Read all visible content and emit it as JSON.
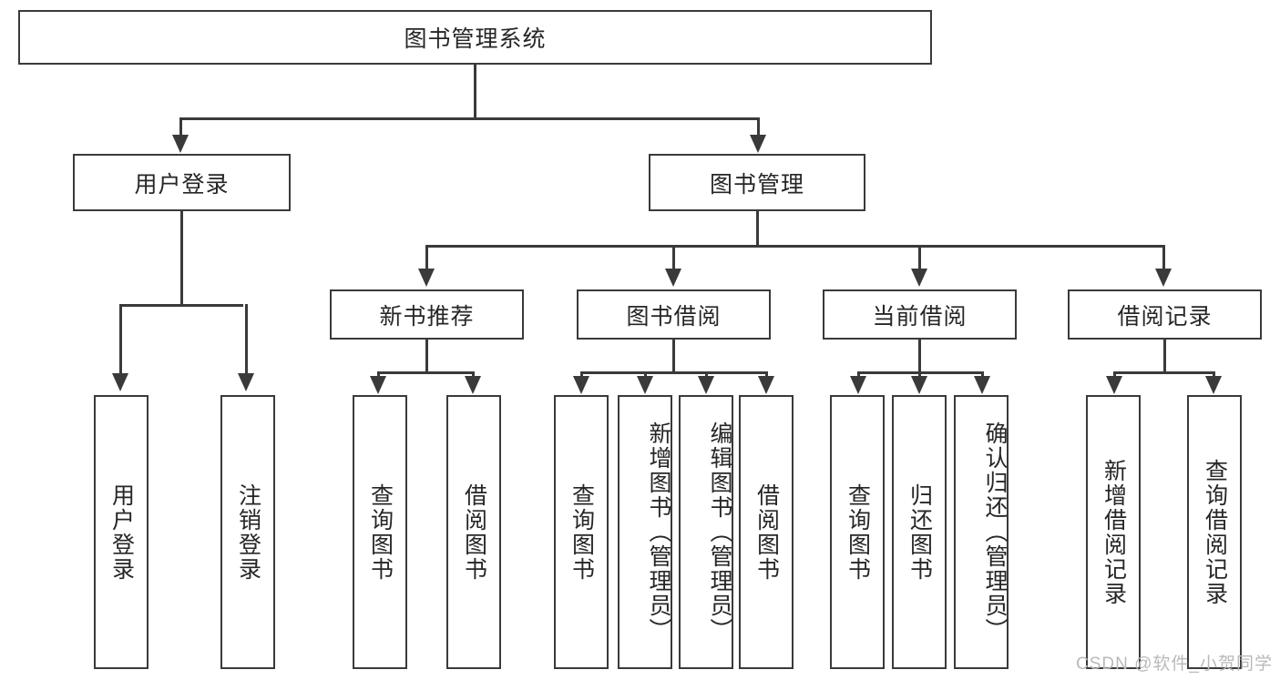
{
  "diagram": {
    "title": "图书管理系统",
    "type": "tree-hierarchy-chart",
    "root": {
      "id": "root",
      "label": "图书管理系统"
    },
    "level2": [
      {
        "id": "login",
        "label": "用户登录"
      },
      {
        "id": "bookmgmt",
        "label": "图书管理"
      }
    ],
    "level3": [
      {
        "id": "newbook",
        "label": "新书推荐"
      },
      {
        "id": "borrow",
        "label": "图书借阅"
      },
      {
        "id": "current",
        "label": "当前借阅"
      },
      {
        "id": "record",
        "label": "借阅记录"
      }
    ],
    "leaves": {
      "login": [
        {
          "id": "user-login",
          "label": "用户登录"
        },
        {
          "id": "user-logout",
          "label": "注销登录"
        }
      ],
      "newbook": [
        {
          "id": "nb-query",
          "label": "查询图书"
        },
        {
          "id": "nb-borrow",
          "label": "借阅图书"
        }
      ],
      "borrow": [
        {
          "id": "bo-query",
          "label": "查询图书"
        },
        {
          "id": "bo-add",
          "label": "新增图书（管理员）"
        },
        {
          "id": "bo-edit",
          "label": "编辑图书（管理员）"
        },
        {
          "id": "bo-borrow",
          "label": "借阅图书"
        }
      ],
      "current": [
        {
          "id": "cu-query",
          "label": "查询图书"
        },
        {
          "id": "cu-return",
          "label": "归还图书"
        },
        {
          "id": "cu-confirm",
          "label": "确认归还（管理员）"
        }
      ],
      "record": [
        {
          "id": "re-add",
          "label": "新增借阅记录"
        },
        {
          "id": "re-query",
          "label": "查询借阅记录"
        }
      ]
    }
  },
  "watermark": {
    "text": "CSDN @软件_小贺同学"
  },
  "colors": {
    "stroke": "#3a3a3a",
    "background": "#ffffff",
    "text": "#262626",
    "watermark": "#b9b9b9"
  }
}
